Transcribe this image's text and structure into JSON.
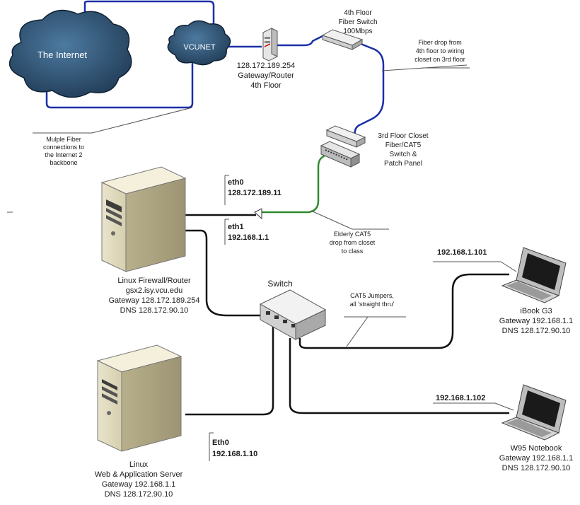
{
  "nodes": {
    "internet": {
      "label": "The Internet"
    },
    "vcunet": {
      "label": "VCUNET"
    },
    "gateway_router": {
      "lines": [
        "128.172.189.254",
        "Gateway/Router",
        "4th Floor"
      ]
    },
    "floor4_switch": {
      "lines": [
        "4th Floor",
        "Fiber Switch",
        "100Mbps"
      ]
    },
    "floor3_closet": {
      "lines": [
        "3rd Floor Closet",
        "Fiber/CAT5",
        "Switch &",
        "Patch Panel"
      ]
    },
    "firewall": {
      "lines": [
        "Linux Firewall/Router",
        "gsx2.isy.vcu.edu",
        "Gateway 128.172.189.254",
        "DNS 128.172.90.10"
      ]
    },
    "switch": {
      "label": "Switch"
    },
    "web_server": {
      "lines": [
        "Linux",
        "Web & Application Server",
        "Gateway 192.168.1.1",
        "DNS 128.172.90.10"
      ]
    },
    "ibook": {
      "lines": [
        "iBook G3",
        "Gateway 192.168.1.1",
        "DNS 128.172.90.10"
      ]
    },
    "w95": {
      "lines": [
        "W95 Notebook",
        "Gateway 192.168.1.1",
        "DNS 128.172.90.10"
      ]
    }
  },
  "interfaces": {
    "eth0": {
      "name": "eth0",
      "ip": "128.172.189.11"
    },
    "eth1": {
      "name": "eth1",
      "ip": "192.168.1.1"
    },
    "web_eth0": {
      "name": "Eth0",
      "ip": "192.168.1.10"
    },
    "ibook_ip": "192.168.1.101",
    "w95_ip": "192.168.1.102"
  },
  "callouts": {
    "fiber_drop": [
      "Fiber drop from",
      "4th floor to wiring",
      "closet on 3rd floor"
    ],
    "multiple_fiber": [
      "Mulple Fiber",
      "connections to",
      "the Internet 2",
      "backbone"
    ],
    "cat5_drop": [
      "Elderly CAT5",
      "drop from closet",
      "to class"
    ],
    "cat5_jumpers": [
      "CAT5 Jumpers,",
      "all 'straight thru'"
    ]
  },
  "colors": {
    "fiber": "#1a2fa8",
    "cat5_green": "#2e8b2e",
    "ethernet": "#111111",
    "cloud": "#2b4a66"
  }
}
